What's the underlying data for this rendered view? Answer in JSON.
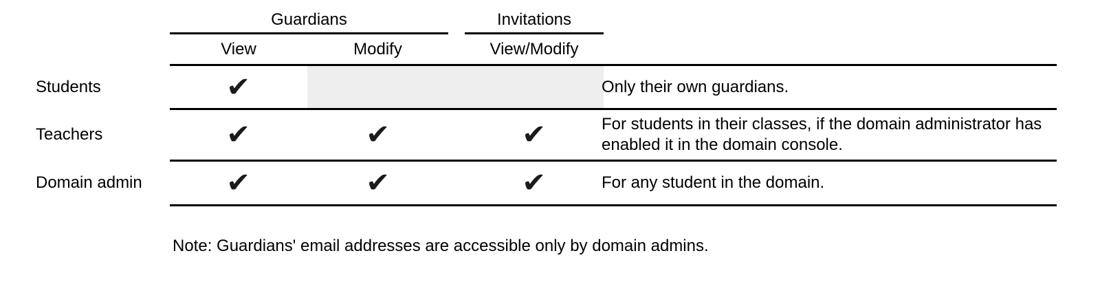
{
  "table": {
    "groups": [
      {
        "label": "Guardians"
      },
      {
        "label": "Invitations"
      }
    ],
    "columns": [
      {
        "label": "View"
      },
      {
        "label": "Modify"
      },
      {
        "label": "View/Modify"
      }
    ],
    "rows": [
      {
        "label": "Students",
        "checks": {
          "view": true,
          "modify": false,
          "view_modify": false
        },
        "note": "Only their own guardians."
      },
      {
        "label": "Teachers",
        "checks": {
          "view": true,
          "modify": true,
          "view_modify": true
        },
        "note": "For students in their classes, if the domain administrator has enabled it in the domain console."
      },
      {
        "label": "Domain admin",
        "checks": {
          "view": true,
          "modify": true,
          "view_modify": true
        },
        "note": "For any student in the domain."
      }
    ]
  },
  "glyphs": {
    "check": "✔"
  },
  "footnote": "Note: Guardians' email addresses are accessible only by domain admins.",
  "colors": {
    "text": "#000000",
    "rule_line": "#000000",
    "blocked_cell_bg": "#eeeeee",
    "check": "#1b1b1b"
  }
}
